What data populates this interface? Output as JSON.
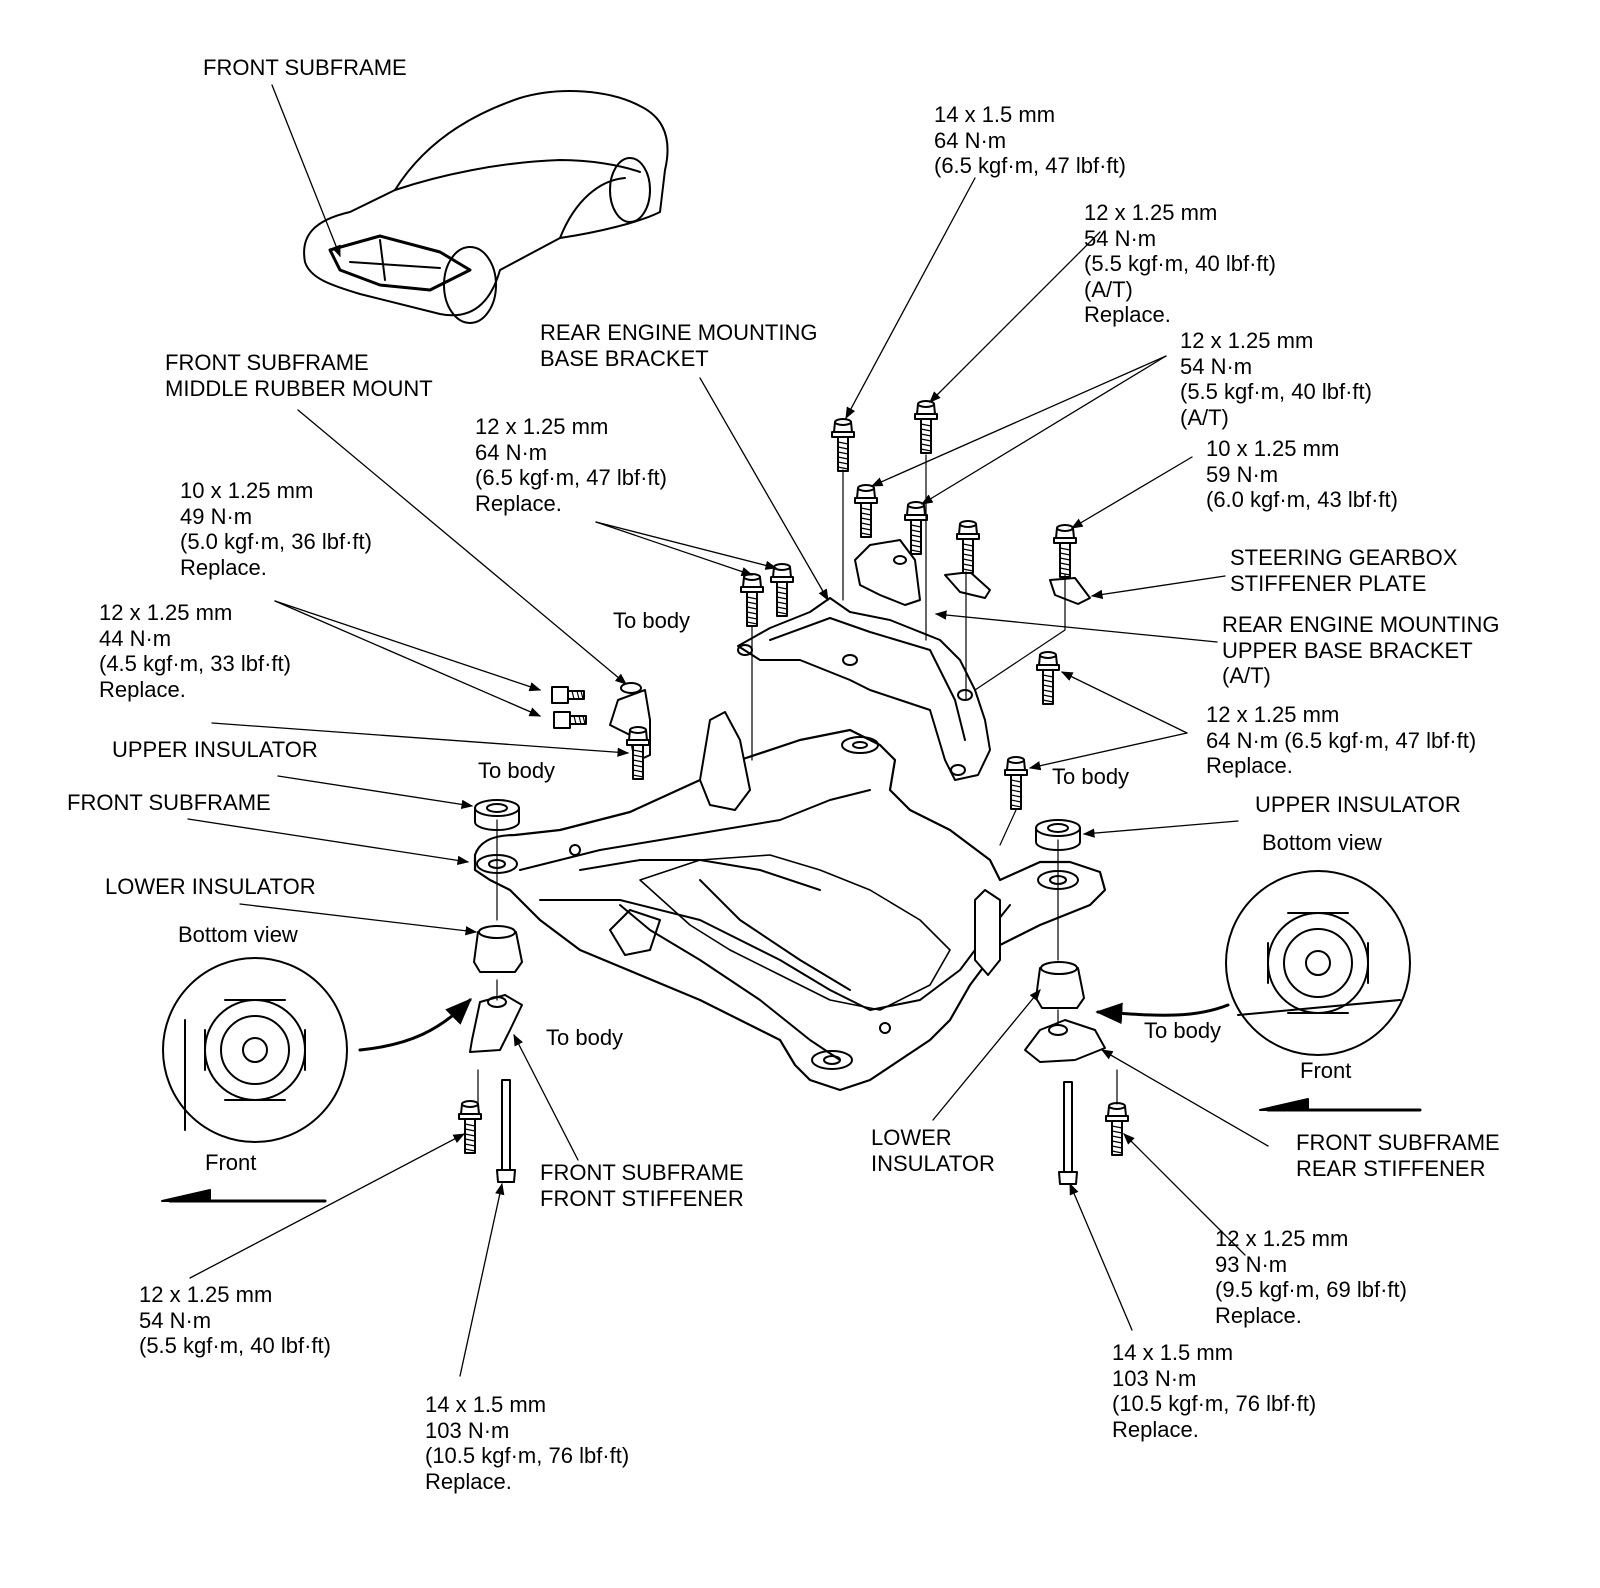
{
  "labels": {
    "front_subframe_top": "FRONT SUBFRAME",
    "bolt_14_64_top": "14 x 1.5 mm\n64 N·m\n(6.5 kgf·m, 47 lbf·ft)",
    "bolt_12_54_at_replace": "12 x 1.25 mm\n54 N·m\n(5.5 kgf·m, 40 lbf·ft)\n(A/T)\nReplace.",
    "rear_engine_mount_base": "REAR ENGINE MOUNTING\nBASE BRACKET",
    "bolt_12_54_at": "12 x 1.25 mm\n54 N·m\n(5.5 kgf·m, 40 lbf·ft)\n(A/T)",
    "middle_rubber_mount": "FRONT SUBFRAME\nMIDDLE RUBBER MOUNT",
    "bolt_10_59": "10 x 1.25 mm\n59 N·m\n(6.0 kgf·m, 43 lbf·ft)",
    "bolt_12_64_replace_mid": "12 x 1.25 mm\n64 N·m\n(6.5 kgf·m, 47 lbf·ft)\nReplace.",
    "bolt_10_49": "10 x 1.25 mm\n49 N·m\n(5.0 kgf·m, 36 lbf·ft)\nReplace.",
    "steering_stiffener": "STEERING GEARBOX\nSTIFFENER PLATE",
    "bolt_12_44": "12 x 1.25 mm\n44 N·m\n(4.5 kgf·m, 33 lbf·ft)\nReplace.",
    "to_body_1": "To body",
    "rear_engine_mount_upper": "REAR ENGINE MOUNTING\nUPPER BASE BRACKET\n(A/T)",
    "bolt_12_64_right": "12 x 1.25 mm\n64 N·m (6.5 kgf·m, 47 lbf·ft)\nReplace.",
    "upper_insulator_left": "UPPER INSULATOR",
    "to_body_2": "To body",
    "to_body_3": "To body",
    "front_subframe_left": "FRONT SUBFRAME",
    "upper_insulator_right": "UPPER INSULATOR",
    "bottom_view_right": "Bottom view",
    "lower_insulator_left": "LOWER INSULATOR",
    "bottom_view_left": "Bottom view",
    "to_body_4": "To body",
    "to_body_5": "To body",
    "front_right": "Front",
    "lower_insulator_right": "LOWER\nINSULATOR",
    "front_left": "Front",
    "front_stiffener": "FRONT SUBFRAME\nFRONT STIFFENER",
    "rear_stiffener": "FRONT SUBFRAME\nREAR STIFFENER",
    "bolt_12_54_bottom": "12 x 1.25 mm\n54 N·m\n(5.5 kgf·m, 40 lbf·ft)",
    "bolt_12_93": "12 x 1.25 mm\n93 N·m\n(9.5 kgf·m, 69 lbf·ft)\nReplace.",
    "bolt_14_103_right": "14 x 1.5 mm\n103 N·m\n(10.5 kgf·m, 76 lbf·ft)\nReplace.",
    "bolt_14_103_left": "14 x 1.5 mm\n103 N·m\n(10.5 kgf·m, 76 lbf·ft)\nReplace."
  }
}
